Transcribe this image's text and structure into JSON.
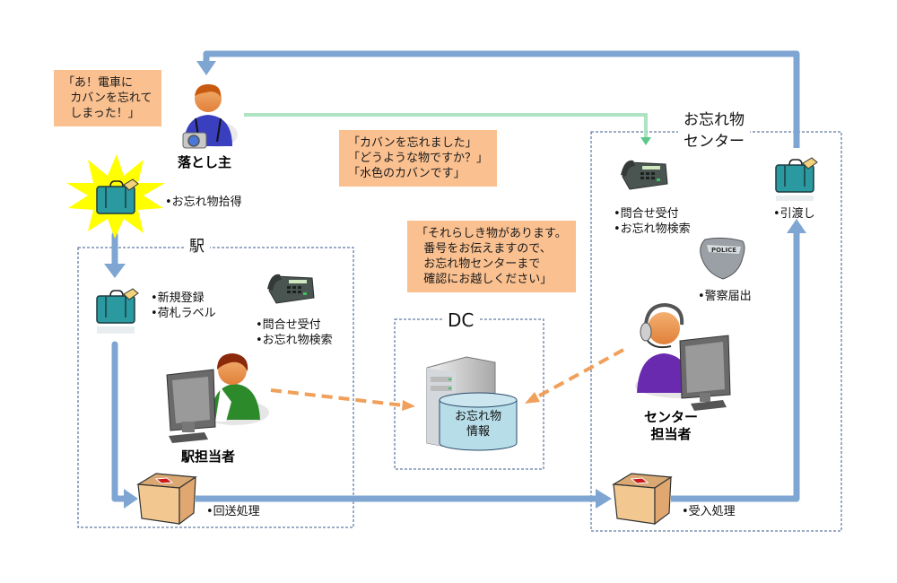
{
  "colors": {
    "flow_arrow": "#7fa6d2",
    "message_arrow": "#5cc98a",
    "data_arrow": "#f0a05a",
    "bubble_fill": "#fac090",
    "region_border": "#3a5a8c",
    "starburst": "#ffff00",
    "cylinder_fill": "#b7dde8"
  },
  "actors": {
    "owner": {
      "label": "落とし主",
      "icon": "person-with-camera-icon"
    },
    "station_staff": {
      "label": "駅担当者",
      "icon": "person-at-computer-icon"
    },
    "center_staff": {
      "label": "センター\n担当者",
      "icon": "operator-headset-icon"
    }
  },
  "bubbles": {
    "owner_quote": "「あ！電車に\n  カバンを忘れて\n  しまった！」",
    "call_quote": "「カバンを忘れました」\n「どうような物ですか？」\n「水色のカバンです」",
    "center_reply": "「それらしき物があります。\n  番号をお伝えますので、\n  お忘れ物センターまで\n  確認にお越しください」"
  },
  "regions": {
    "station": {
      "title": "駅"
    },
    "dc": {
      "title": "DC"
    },
    "center": {
      "title": "お忘れ物\nセンター"
    }
  },
  "steps": {
    "found": "•お忘れ物拾得",
    "register": "•新規登録\n•荷札ラベル",
    "station_phone": "•問合せ受付\n•お忘れ物検索",
    "return_ship": "•回送処理",
    "center_phone": "•問合せ受付\n•お忘れ物検索",
    "police": "•警察届出",
    "receive": "•受入処理",
    "handover": "•引渡し"
  },
  "database": {
    "label": "お忘れ物\n情報"
  }
}
